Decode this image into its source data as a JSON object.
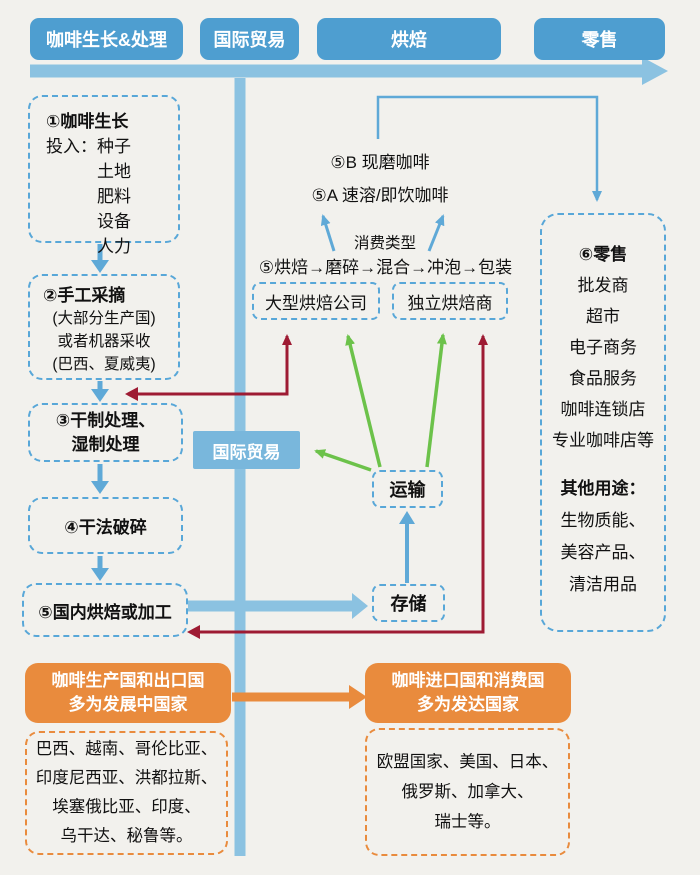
{
  "colors": {
    "header_blue": "#4e9ed0",
    "band_blue": "#8bc2e1",
    "mid_blue": "#79b7dc",
    "dashed_blue": "#58a7d8",
    "arrow_blue": "#5fa9d7",
    "red": "#9e1b33",
    "green": "#6cc24a",
    "orange": "#e98b3d",
    "text": "#111111",
    "bg": "#f2f1ed"
  },
  "header": {
    "stages": [
      "咖啡生长&处理",
      "国际贸易",
      "烘焙",
      "零售"
    ]
  },
  "left_flow": {
    "box1": {
      "title": "①咖啡生长",
      "input_label": "投入：",
      "inputs": [
        "种子",
        "土地",
        "肥料",
        "设备",
        "人力"
      ]
    },
    "box2": {
      "title": "②手工采摘",
      "lines": [
        "(大部分生产国)",
        "或者机器采收",
        "(巴西、夏威夷)"
      ]
    },
    "box3": {
      "line1": "③干制处理、",
      "line2": "湿制处理"
    },
    "box4": {
      "title": "④干法破碎"
    },
    "box5": {
      "title": "⑤国内烘焙或加工"
    }
  },
  "middle": {
    "b_label": "⑤B 现磨咖啡",
    "a_label": "⑤A 速溶/即饮咖啡",
    "consume_type": "消费类型",
    "process": "⑤烘焙→磨碎→混合→冲泡→包装",
    "large_roaster": "大型烘焙公司",
    "independent_roaster": "独立烘焙商",
    "trade_label": "国际贸易",
    "transport": "运输",
    "storage": "存储"
  },
  "retail": {
    "title": "⑥零售",
    "channels": [
      "批发商",
      "超市",
      "电子商务",
      "食品服务",
      "咖啡连锁店",
      "专业咖啡店等"
    ],
    "other_title": "其他用途：",
    "other_items": [
      "生物质能、",
      "美容产品、",
      "清洁用品"
    ]
  },
  "bottom": {
    "producer": {
      "line1": "咖啡生产国和出口国",
      "line2": "多为发展中国家"
    },
    "consumer": {
      "line1": "咖啡进口国和消费国",
      "line2": "多为发达国家"
    },
    "producer_countries": [
      "巴西、越南、哥伦比亚、",
      "印度尼西亚、洪都拉斯、",
      "埃塞俄比亚、印度、",
      "乌干达、秘鲁等。"
    ],
    "consumer_countries": [
      "欧盟国家、美国、日本、",
      "俄罗斯、加拿大、",
      "瑞士等。"
    ]
  }
}
